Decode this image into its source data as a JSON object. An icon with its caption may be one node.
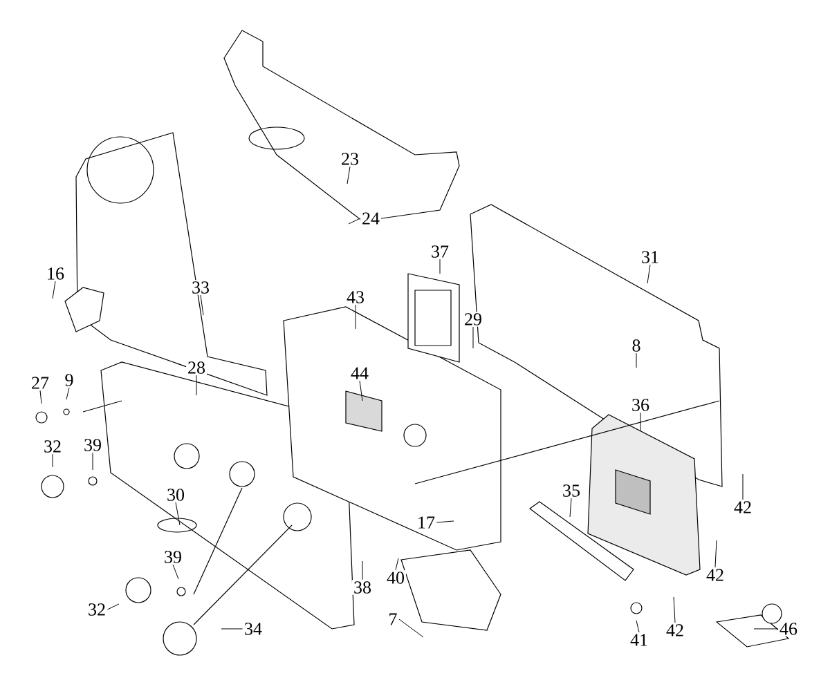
{
  "diagram": {
    "nodes": [
      {
        "text": [
          "23"
        ]
      },
      {
        "text": [
          "24"
        ]
      },
      {
        "text": [
          "37"
        ]
      },
      {
        "text": [
          "31"
        ]
      },
      {
        "text": [
          "16"
        ]
      },
      {
        "text": [
          "33"
        ]
      },
      {
        "text": [
          "43"
        ]
      },
      {
        "text": [
          "29"
        ]
      },
      {
        "text": [
          "8"
        ]
      },
      {
        "text": [
          "9"
        ]
      },
      {
        "text": [
          "27"
        ]
      },
      {
        "text": [
          "28"
        ]
      },
      {
        "text": [
          "44"
        ]
      },
      {
        "text": [
          "36"
        ]
      },
      {
        "text": [
          "39"
        ]
      },
      {
        "text": [
          "32"
        ]
      },
      {
        "text": [
          "30"
        ]
      },
      {
        "text": [
          "35"
        ]
      },
      {
        "text": [
          "42"
        ]
      },
      {
        "text": [
          "17"
        ]
      },
      {
        "text": [
          "39"
        ]
      },
      {
        "text": [
          "40"
        ]
      },
      {
        "text": [
          "38"
        ]
      },
      {
        "text": [
          "42"
        ]
      },
      {
        "text": [
          "32"
        ]
      },
      {
        "text": [
          "7"
        ]
      },
      {
        "text": [
          "34"
        ]
      },
      {
        "text": [
          "42"
        ]
      },
      {
        "text": [
          "41"
        ]
      },
      {
        "text": [
          "46"
        ]
      }
    ],
    "edges": [
      {
        "from": 0,
        "to": null,
        "arrow": "none"
      },
      {
        "from": 1,
        "to": null,
        "arrow": "none"
      },
      {
        "from": 2,
        "to": null,
        "arrow": "none"
      },
      {
        "from": 3,
        "to": null,
        "arrow": "none"
      },
      {
        "from": 4,
        "to": null,
        "arrow": "none"
      },
      {
        "from": 5,
        "to": null,
        "arrow": "none"
      },
      {
        "from": 6,
        "to": null,
        "arrow": "none"
      },
      {
        "from": 7,
        "to": null,
        "arrow": "none"
      },
      {
        "from": 8,
        "to": null,
        "arrow": "none"
      },
      {
        "from": 9,
        "to": null,
        "arrow": "none"
      },
      {
        "from": 10,
        "to": null,
        "arrow": "none"
      },
      {
        "from": 11,
        "to": null,
        "arrow": "none"
      },
      {
        "from": 12,
        "to": null,
        "arrow": "none"
      },
      {
        "from": 13,
        "to": null,
        "arrow": "none"
      },
      {
        "from": 14,
        "to": null,
        "arrow": "none"
      },
      {
        "from": 15,
        "to": null,
        "arrow": "none"
      },
      {
        "from": 16,
        "to": null,
        "arrow": "none"
      },
      {
        "from": 17,
        "to": null,
        "arrow": "none"
      },
      {
        "from": 18,
        "to": null,
        "arrow": "none"
      },
      {
        "from": 19,
        "to": null,
        "arrow": "none"
      },
      {
        "from": 20,
        "to": null,
        "arrow": "none"
      },
      {
        "from": 21,
        "to": null,
        "arrow": "none"
      },
      {
        "from": 22,
        "to": null,
        "arrow": "none"
      },
      {
        "from": 23,
        "to": null,
        "arrow": "none"
      },
      {
        "from": 24,
        "to": null,
        "arrow": "none"
      },
      {
        "from": 25,
        "to": null,
        "arrow": "none"
      },
      {
        "from": 26,
        "to": null,
        "arrow": "none"
      },
      {
        "from": 27,
        "to": null,
        "arrow": "none"
      },
      {
        "from": 28,
        "to": null,
        "arrow": "none"
      },
      {
        "from": 29,
        "to": null,
        "arrow": "none"
      }
    ]
  }
}
